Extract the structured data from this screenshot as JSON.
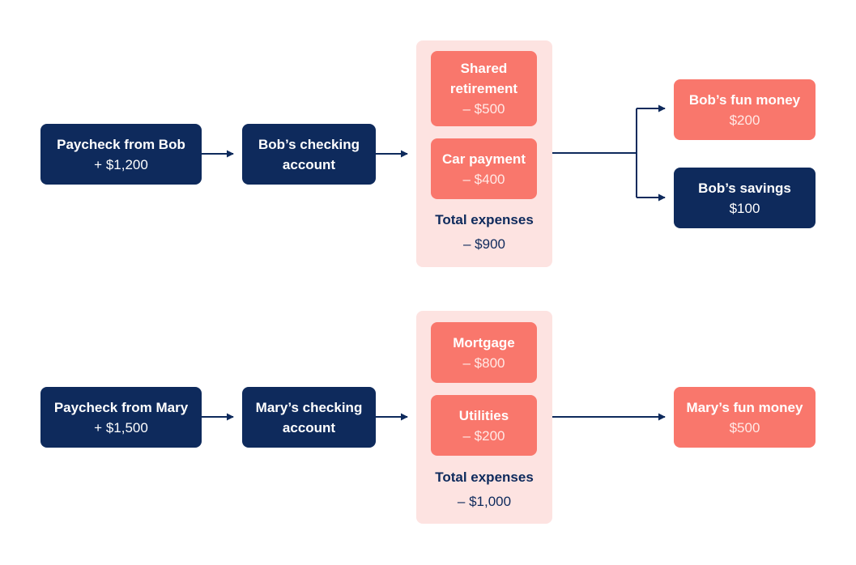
{
  "colors": {
    "navy": "#0e2a5c",
    "coral": "#f9776c",
    "panel": "#fde3e1",
    "background": "#ffffff"
  },
  "bob": {
    "paycheck": {
      "title": "Paycheck from Bob",
      "amount": "+ $1,200"
    },
    "checking": {
      "line1": "Bob’s checking",
      "line2": "account"
    },
    "expenses": [
      {
        "line1": "Shared",
        "line2": "retirement",
        "amount": "– $500"
      },
      {
        "line1": "Car payment",
        "amount": "– $400"
      }
    ],
    "total": {
      "label": "Total expenses",
      "amount": "– $900"
    },
    "fun_money": {
      "title": "Bob’s fun money",
      "amount": "$200"
    },
    "savings": {
      "title": "Bob’s savings",
      "amount": "$100"
    }
  },
  "mary": {
    "paycheck": {
      "title": "Paycheck from Mary",
      "amount": "+ $1,500"
    },
    "checking": {
      "line1": "Mary’s checking",
      "line2": "account"
    },
    "expenses": [
      {
        "line1": "Mortgage",
        "amount": "– $800"
      },
      {
        "line1": "Utilities",
        "amount": "– $200"
      }
    ],
    "total": {
      "label": "Total expenses",
      "amount": "– $1,000"
    },
    "fun_money": {
      "title": "Mary’s fun money",
      "amount": "$500"
    }
  }
}
